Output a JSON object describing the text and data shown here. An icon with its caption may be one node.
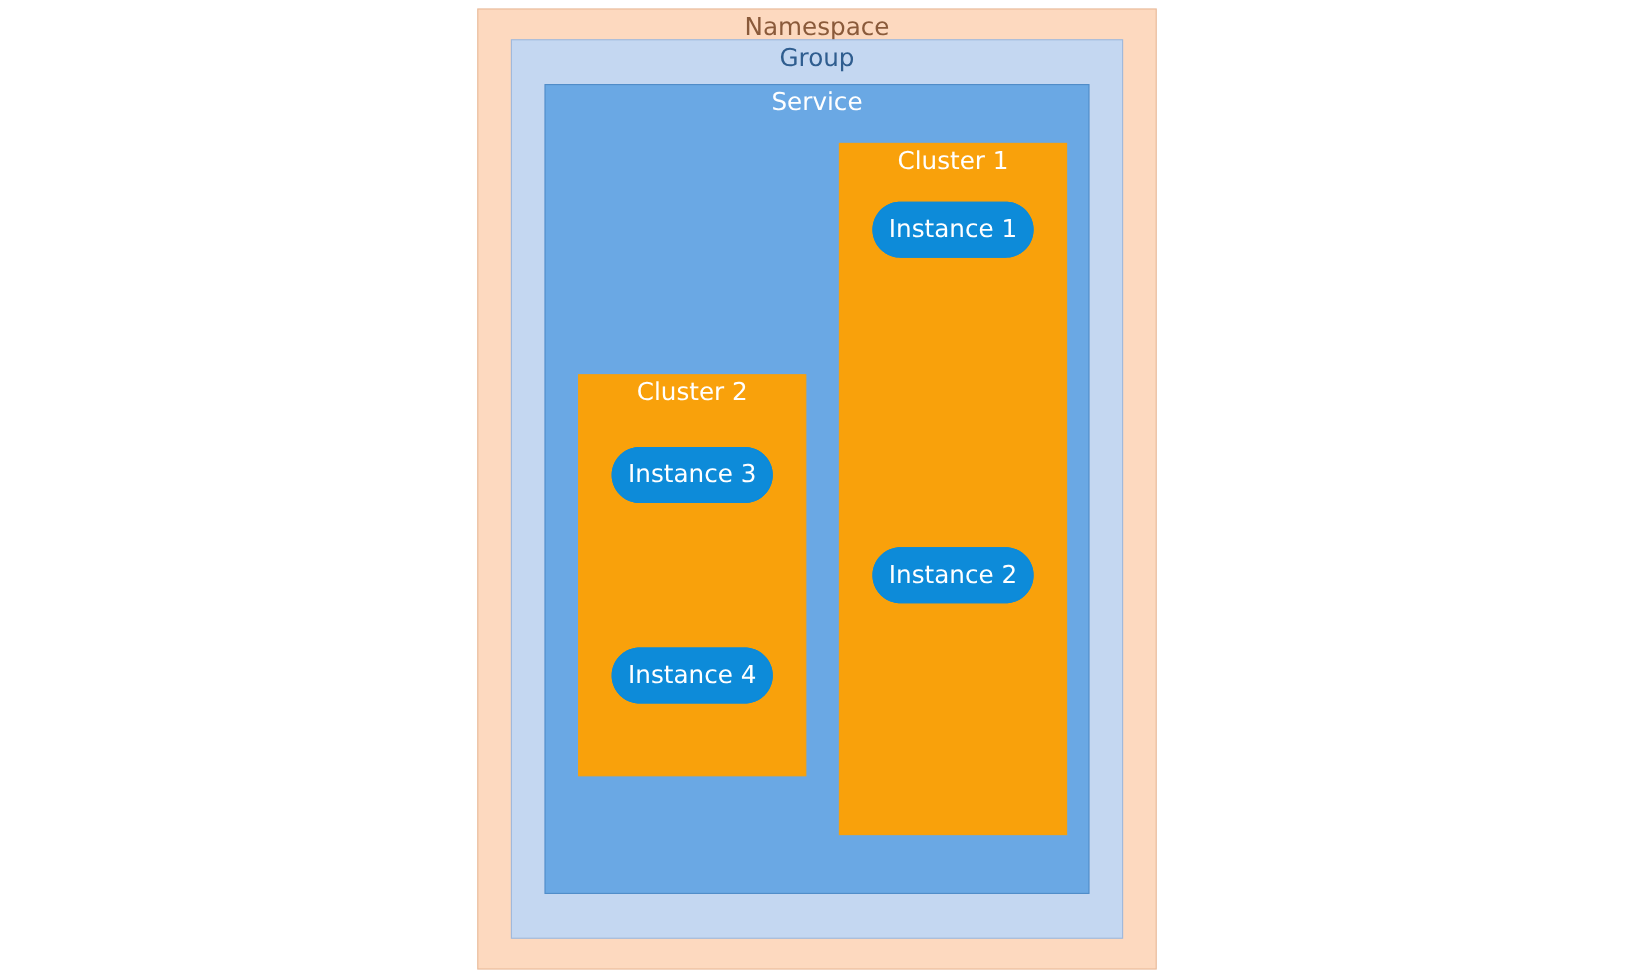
{
  "diagram": {
    "nodes": [
      {
        "text": [
          "Namespace"
        ]
      },
      {
        "text": [
          "Group"
        ],
        "in": 0
      },
      {
        "text": [
          "Service"
        ],
        "in": 1
      },
      {
        "text": [
          "Cluster 1"
        ],
        "in": 2
      },
      {
        "text": [
          "Instance 1"
        ],
        "in": 3
      },
      {
        "text": [
          "Instance 2"
        ],
        "in": 3
      },
      {
        "text": [
          "Cluster 2"
        ],
        "in": 2
      },
      {
        "text": [
          "Instance 3"
        ],
        "in": 6
      },
      {
        "text": [
          "Instance 4"
        ],
        "in": 6
      }
    ],
    "edges": []
  }
}
